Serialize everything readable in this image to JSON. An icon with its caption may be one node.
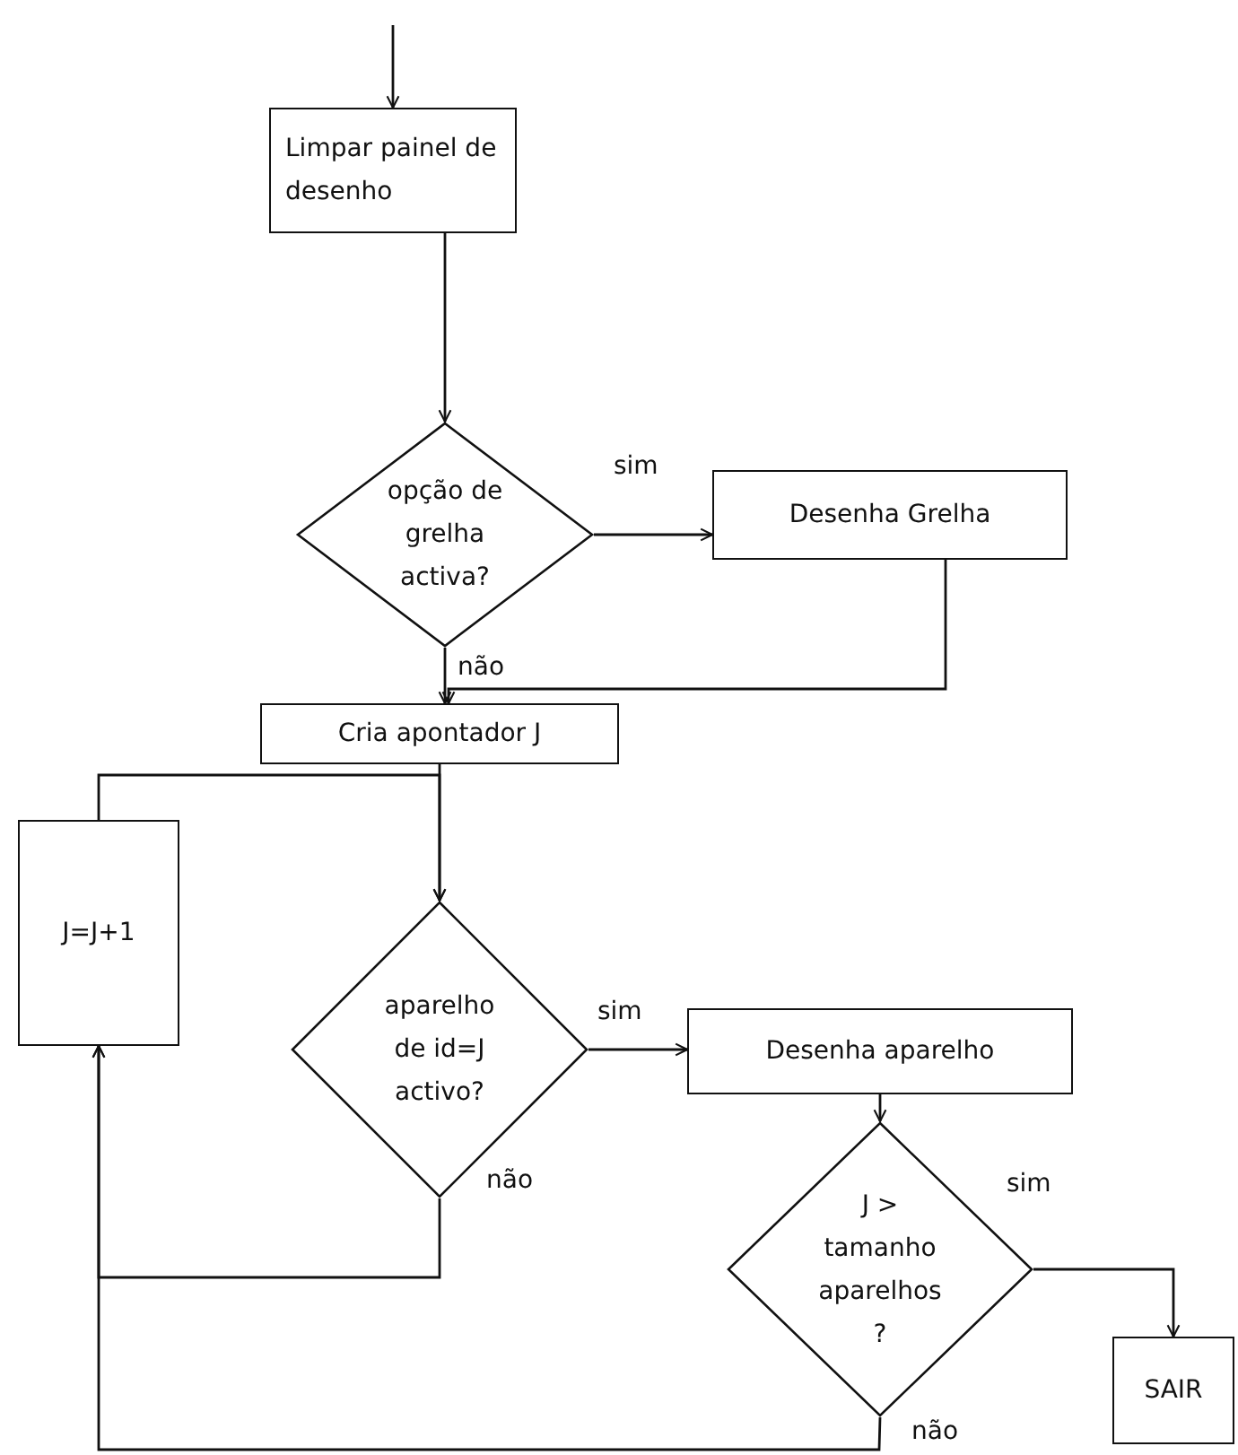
{
  "diagram": {
    "nodes": [
      {
        "text": [
          "Limpar painel de desenho"
        ]
      },
      {
        "text": [
          "opção de grelha activa?"
        ]
      },
      {
        "text": [
          "Desenha Grelha"
        ]
      },
      {
        "text": [
          "Cria apontador J"
        ]
      },
      {
        "text": [
          "J=J+1"
        ]
      },
      {
        "text": [
          "aparelho de id=J activo?"
        ]
      },
      {
        "text": [
          "Desenha aparelho"
        ]
      },
      {
        "text": [
          "J > tamanho aparelhos ?"
        ]
      },
      {
        "text": [
          "SAIR"
        ]
      }
    ],
    "edges": [
      {
        "from": null,
        "to": 0,
        "arrow": "to"
      },
      {
        "from": 0,
        "to": 1,
        "arrow": "to"
      },
      {
        "from": 1,
        "to": 2,
        "arrow": "to",
        "label": "sim"
      },
      {
        "from": 1,
        "to": 3,
        "arrow": "to",
        "label": "não"
      },
      {
        "from": 2,
        "to": 3,
        "arrow": "to"
      },
      {
        "from": 3,
        "to": 5,
        "arrow": "to"
      },
      {
        "from": 4,
        "to": 5,
        "arrow": "to"
      },
      {
        "from": 5,
        "to": 6,
        "arrow": "to",
        "label": "sim"
      },
      {
        "from": 5,
        "to": 4,
        "arrow": "to",
        "label": "não"
      },
      {
        "from": 6,
        "to": 7,
        "arrow": "to"
      },
      {
        "from": 7,
        "to": 8,
        "arrow": "to",
        "label": "sim"
      },
      {
        "from": 7,
        "to": 4,
        "arrow": "to",
        "label": "não"
      }
    ]
  }
}
